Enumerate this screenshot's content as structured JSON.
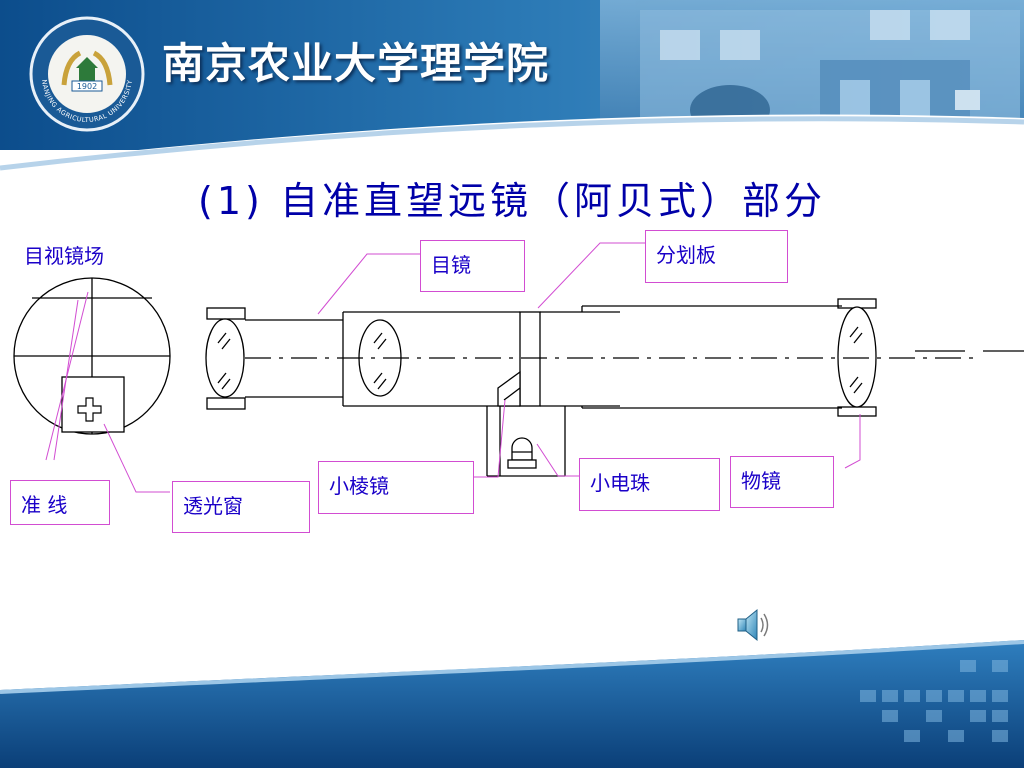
{
  "header": {
    "title": "南京农业大学理学院",
    "logo_year": "1902",
    "logo_name": "NANJING AGRICULTURAL UNIVERSITY"
  },
  "slide_title": "(1) 自准直望远镜（阿贝式）部分",
  "labels": {
    "field_of_view": "目视镜场",
    "eyepiece": "目镜",
    "reticle": "分划板",
    "crosshair": "准 线",
    "light_window": "透光窗",
    "small_prism": "小棱镜",
    "small_bulb": "小电珠",
    "objective": "物镜"
  },
  "icons": [
    "speaker-icon",
    "university-logo"
  ],
  "colors": {
    "title_blue": "#0000a8",
    "label_blue": "#1a00c8",
    "leader_magenta": "#d24dd2",
    "header_blue": "#0d4a86"
  }
}
